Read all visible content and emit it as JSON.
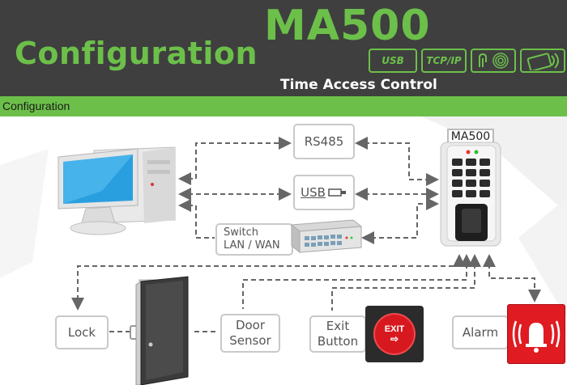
{
  "header": {
    "title": "Configuration",
    "model": "MA500",
    "subtitle": "Time Access Control",
    "badges": [
      "USB",
      "TCP/IP"
    ]
  },
  "section": {
    "label": "Configuration"
  },
  "diagram": {
    "rs485": "RS485",
    "usb": "USB",
    "switch_line1": "Switch",
    "switch_line2": "LAN / WAN",
    "device_label": "MA500",
    "lock": "Lock",
    "door_sensor_line1": "Door",
    "door_sensor_line2": "Sensor",
    "exit_line1": "Exit",
    "exit_line2": "Button",
    "exit_sign": "EXIT",
    "alarm": "Alarm"
  },
  "colors": {
    "brand_green": "#6cc04a",
    "header_bg": "#3f3f3f",
    "connector": "#666666",
    "exit_red": "#d7191f",
    "alarm_red": "#e01b22"
  }
}
